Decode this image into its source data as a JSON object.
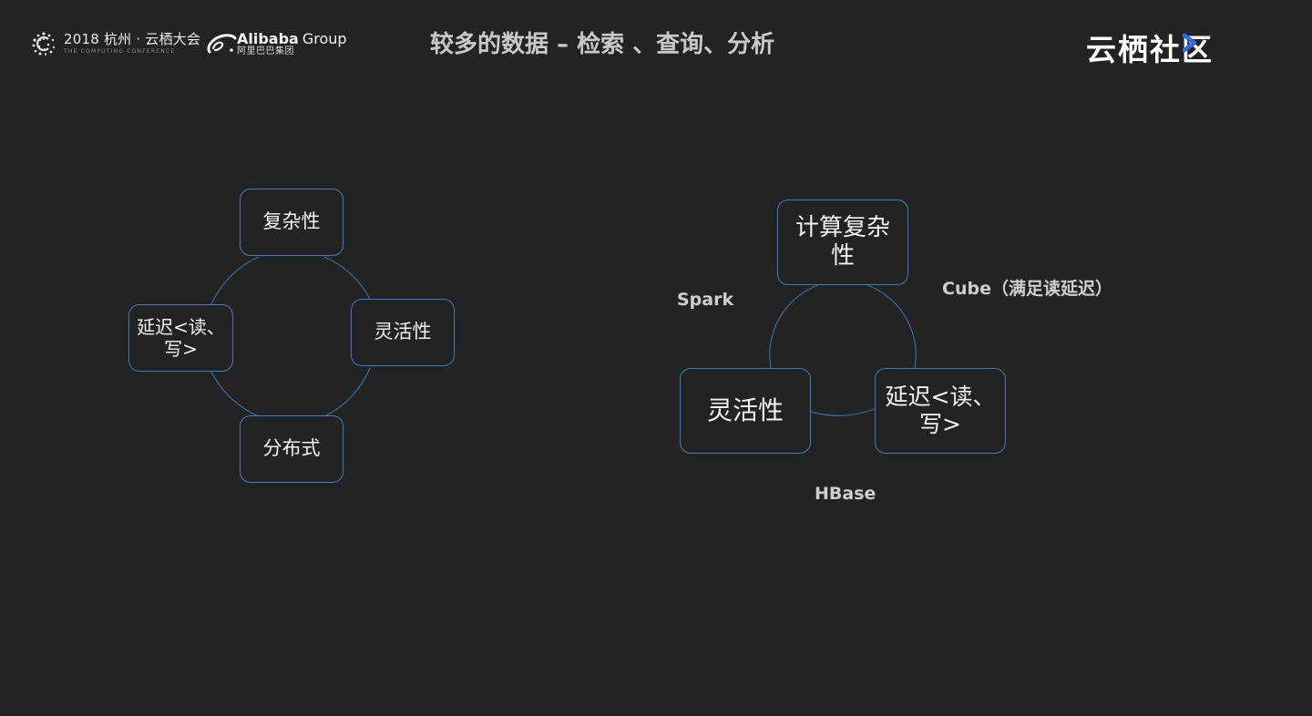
{
  "header": {
    "conference_main": "2018 杭州 · 云栖大会",
    "conference_sub": "THE COMPUTING CONFERENCE",
    "alibaba_brand": "Alibaba",
    "alibaba_group": "Group",
    "alibaba_cn": "阿里巴巴集团",
    "title": "较多的数据 – 检索 、查询、分析",
    "community_logo": "云栖社区"
  },
  "diagram_left": {
    "nodes": [
      {
        "id": "complexity",
        "label": "复杂性"
      },
      {
        "id": "flexibility",
        "label": "灵活性"
      },
      {
        "id": "distributed",
        "label": "分布式"
      },
      {
        "id": "latency",
        "label": "延迟<读、写>"
      }
    ]
  },
  "diagram_right": {
    "nodes": [
      {
        "id": "compute-complexity",
        "label": "计算复杂性"
      },
      {
        "id": "flexibility",
        "label": "灵活性"
      },
      {
        "id": "latency",
        "label": "延迟<读、写>"
      }
    ],
    "labels": {
      "spark": "Spark",
      "cube": "Cube（满足读延迟）",
      "hbase": "HBase"
    }
  },
  "colors": {
    "background": "#232323",
    "node_border": "#3a7fbf",
    "connector": "#2f6fa8",
    "title": "#c9c9c9",
    "accent_logo": "#2a6df4"
  }
}
